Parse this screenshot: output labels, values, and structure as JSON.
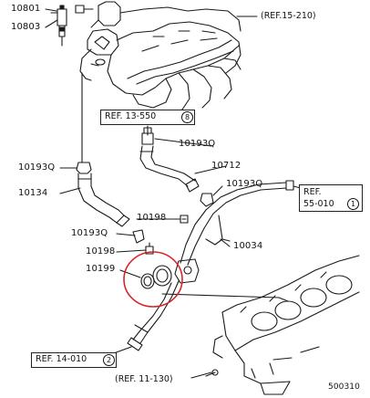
{
  "parts": {
    "p10801": "10801",
    "p10803": "10803",
    "p10193q_mid": "10193Q",
    "p10193q_left": "10193Q",
    "p10712": "10712",
    "p10193q_right": "10193Q",
    "p10134": "10134",
    "p10198_a": "10198",
    "p10193q_low": "10193Q",
    "p10034": "10034",
    "p10198_b": "10198",
    "p10199": "10199"
  },
  "refs": {
    "r15210": "(REF.15-210)",
    "r13550": "REF. 13-550",
    "r13550_num": "8",
    "r55010_line1": "REF.",
    "r55010_line2": "55-010",
    "r55010_num": "1",
    "r14010": "REF. 14-010",
    "r14010_num": "2",
    "r11130": "(REF. 11-130)"
  },
  "diagram_id": "500310",
  "colors": {
    "line": "#1a1a1a",
    "highlight": "#d9232a"
  }
}
